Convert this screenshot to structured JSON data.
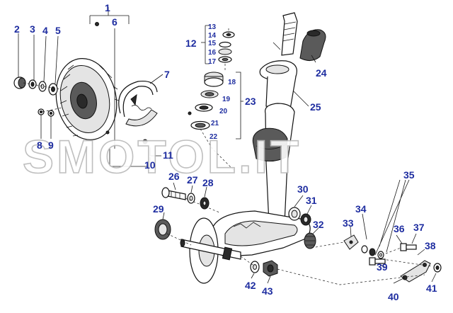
{
  "watermark": "SMOTOL.IT",
  "callouts": {
    "c1": "1",
    "c2": "2",
    "c3": "3",
    "c4": "4",
    "c5": "5",
    "c6": "6",
    "c7": "7",
    "c8": "8",
    "c9": "9",
    "c10": "10",
    "c11": "11",
    "c12": "12",
    "c13": "13",
    "c14": "14",
    "c15": "15",
    "c16": "16",
    "c17": "17",
    "c18": "18",
    "c19": "19",
    "c20": "20",
    "c21": "21",
    "c22": "22",
    "c23": "23",
    "c24": "24",
    "c25": "25",
    "c26": "26",
    "c27": "27",
    "c28": "28",
    "c29": "29",
    "c30": "30",
    "c31": "31",
    "c32": "32",
    "c33": "33",
    "c34": "34",
    "c35": "35",
    "c36": "36",
    "c37": "37",
    "c38": "38",
    "c39": "39",
    "c40": "40",
    "c41": "41",
    "c42": "42",
    "c43": "43"
  },
  "colors": {
    "callout": "#1e2da0",
    "linework": "#111111",
    "watermark_outline": "#b9b9b9"
  }
}
